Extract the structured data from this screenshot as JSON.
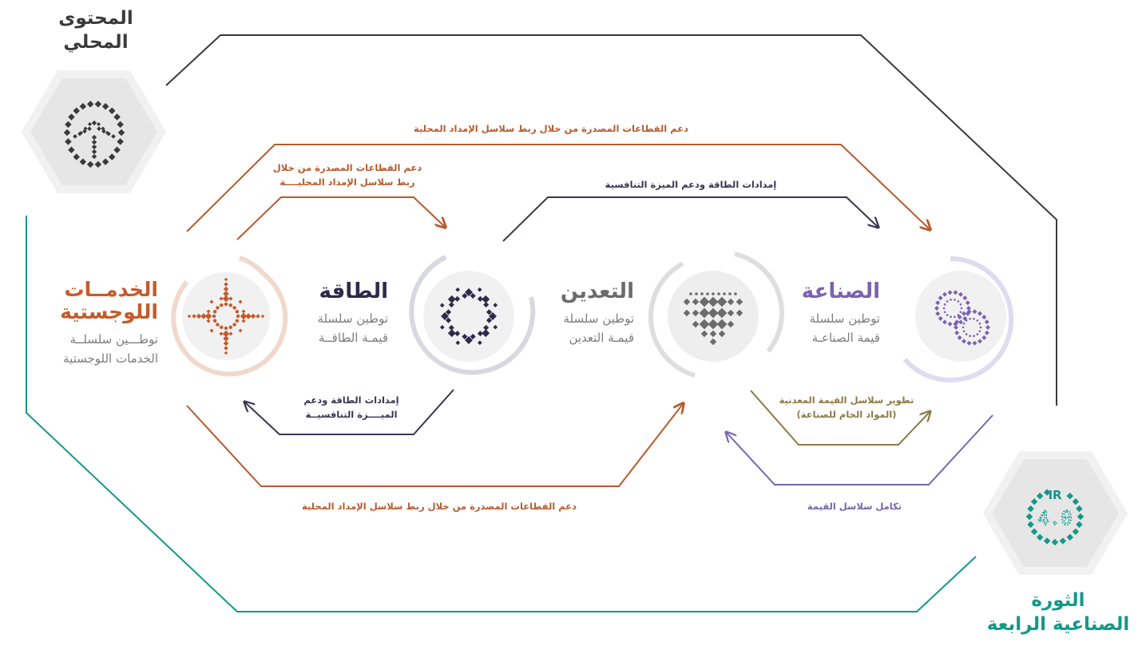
{
  "colors": {
    "local_content": "#3a3a3a",
    "logistics": "#c45b2c",
    "energy": "#2f2a4a",
    "mining": "#6b6b6b",
    "industry": "#7b62b0",
    "ir4": "#13988a",
    "arrow_orange": "#b85a2e",
    "arrow_dark": "#3a3550",
    "arrow_olive": "#8c7a44",
    "arrow_purple": "#7566b0",
    "grey_text": "#7d7d7d"
  },
  "corners": {
    "local_content": {
      "title_line1": "المحتوى",
      "title_line2": "المحلي",
      "icon": "palm-tree-icon"
    },
    "ir4": {
      "title_line1": "الثورة",
      "title_line2": "الصناعية الرابعة",
      "icon": "ir4-icon",
      "icon_top": "IR",
      "icon_main": "4.0"
    }
  },
  "sectors": {
    "logistics": {
      "title_line1": "الخدمــات",
      "title_line2": "اللوجستية",
      "desc_line1": "توطـــين سلسلــة",
      "desc_line2": "الخدمات اللوجستية",
      "icon": "compass-star-icon"
    },
    "energy": {
      "title": "الطاقة",
      "desc_line1": "توطين سلسلة",
      "desc_line2": "قيمـة الطاقــة",
      "icon": "sun-ring-icon"
    },
    "mining": {
      "title": "التعدين",
      "desc_line1": "توطين سلسلة",
      "desc_line2": "قيمـة التعدين",
      "icon": "diamond-icon"
    },
    "industry": {
      "title": "الصناعة",
      "desc_line1": "توطين سلسلة",
      "desc_line2": "قيمة الصناعـة",
      "icon": "gears-icon"
    }
  },
  "flows": {
    "top_orange": "دعم القطاعات المصدرة من خلال ربط سلاسل الإمداد المحلية",
    "inner_orange_line1": "دعم القطاعات المصدرة من خلال",
    "inner_orange_line2": "ربط سلاسل الإمداد المحليــــة",
    "energy_to_industry": "إمدادات الطاقة ودعم الميزة التنافسية",
    "energy_to_logistics_line1": "إمدادات الطاقة ودعم",
    "energy_to_logistics_line2": "الميــــزة التنافسيــة",
    "bottom_orange": "دعم القطاعات المصدرة من خلال ربط سلاسل الإمداد المحلية",
    "mining_to_industry_line1": "تطوير سلاسل القيمة المعدنية",
    "mining_to_industry_line2": "(المواد الخام للصناعة)",
    "value_chain_integration": "تكامل سلاسل القيمة"
  }
}
